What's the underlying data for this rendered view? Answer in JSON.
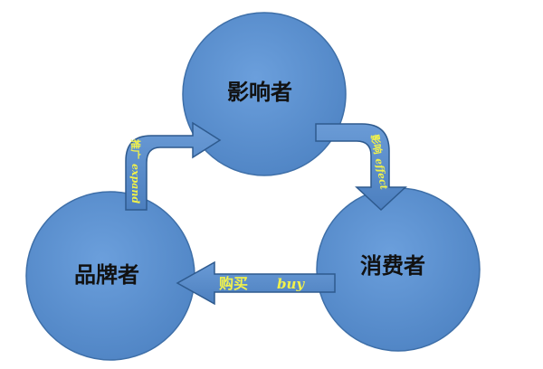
{
  "nodes": {
    "influencer": "影响者",
    "consumer": "消费者",
    "brand": "品牌者"
  },
  "arrows": {
    "promote": {
      "cn": "推广",
      "en": "expand"
    },
    "influence": {
      "cn": "影响",
      "en": "effect"
    },
    "buy": {
      "cn": "购买",
      "en": "buy"
    }
  },
  "colors": {
    "circle_fill": "#5b8fcf",
    "circle_stroke": "#3e6fa8",
    "arrow_fill": "#5b8fcf",
    "arrow_stroke": "#2e5a8e",
    "label_text": "#111111",
    "arrow_text": "#f2f24a"
  }
}
